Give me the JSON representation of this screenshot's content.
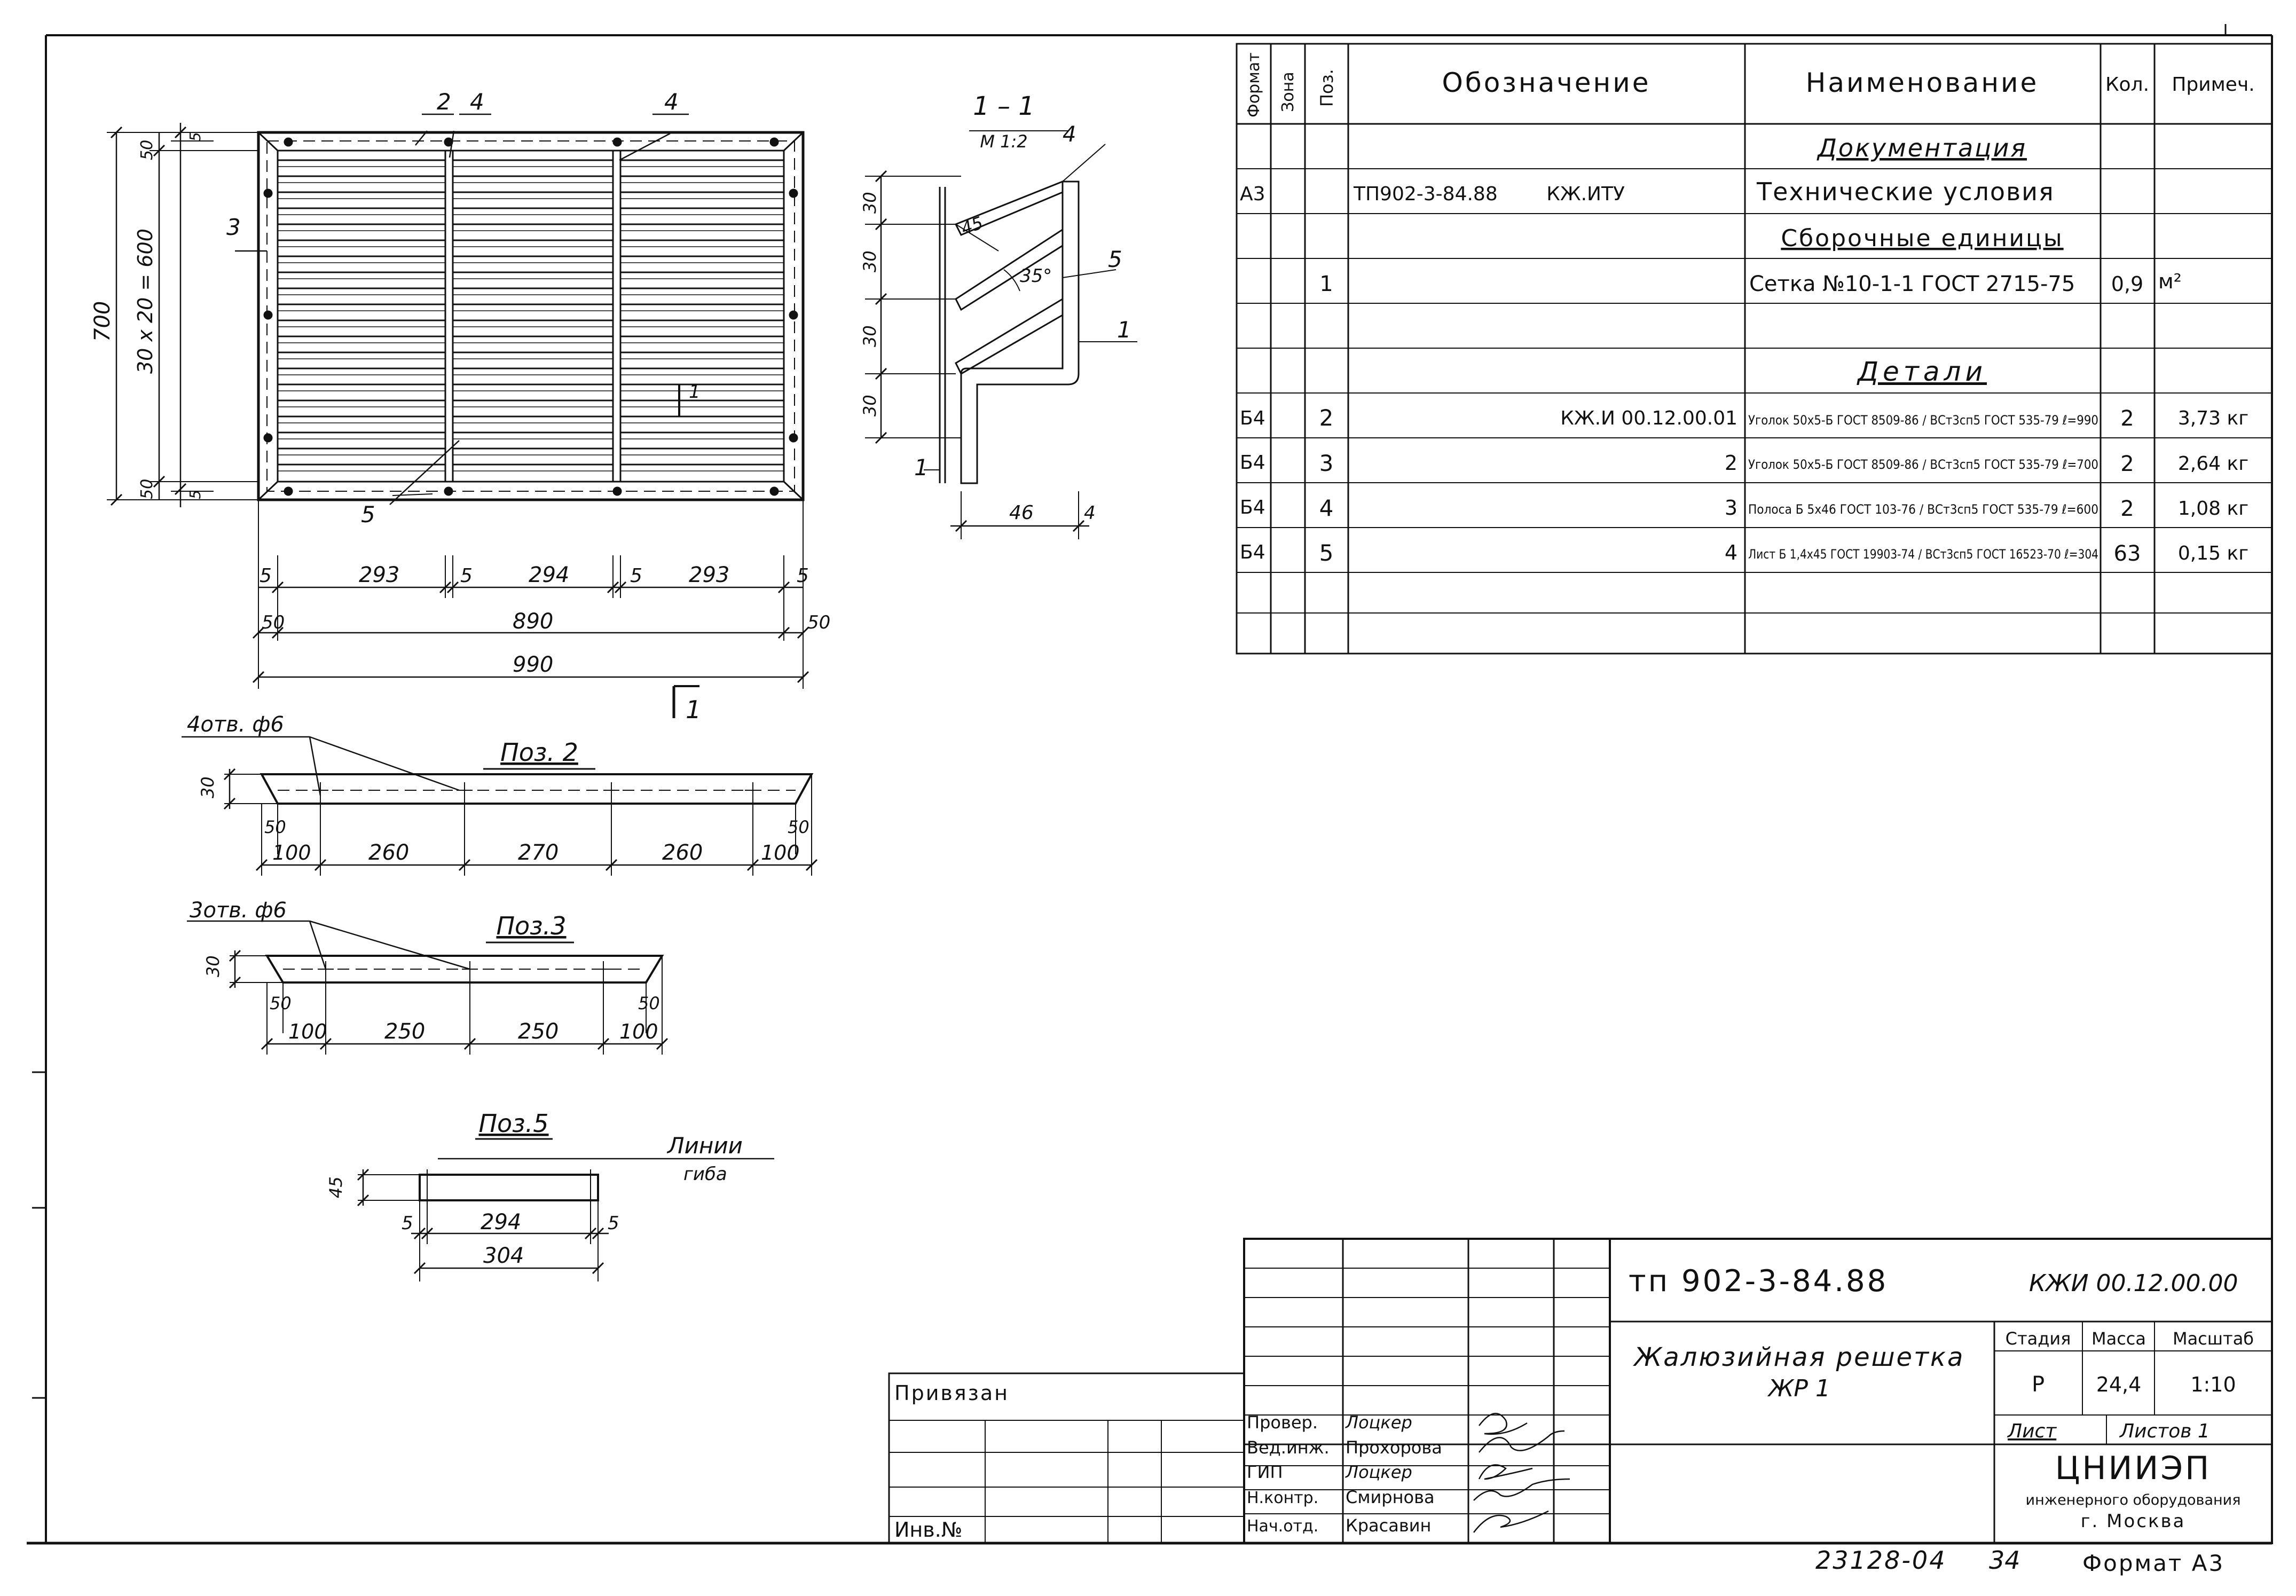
{
  "spec": {
    "headers": {
      "format": "Формат",
      "zone": "Зона",
      "pos": "Поз.",
      "designation": "Обозначение",
      "name": "Наименование",
      "qty": "Кол.",
      "note": "Примеч."
    },
    "sections": {
      "documentation": "Документация",
      "assembly": "Сборочные единицы",
      "details": "Детали"
    },
    "rows": [
      {
        "format": "",
        "zone": "",
        "pos": "",
        "designation": "",
        "name": "",
        "qty": "",
        "note": ""
      },
      {
        "format": "А3",
        "zone": "",
        "pos": "",
        "designation": "ТП902-3-84.88        КЖ.ИТУ",
        "name": "Технические условия",
        "qty": "",
        "note": ""
      },
      {
        "format": "",
        "zone": "",
        "pos": "",
        "designation": "",
        "name": "",
        "qty": "",
        "note": ""
      },
      {
        "format": "",
        "zone": "",
        "pos": "1",
        "designation": "",
        "name": "Сетка №10-1-1 ГОСТ 2715-75",
        "qty": "0,9",
        "note": "м²"
      },
      {
        "format": "",
        "zone": "",
        "pos": "",
        "designation": "",
        "name": "",
        "qty": "",
        "note": ""
      },
      {
        "format": "",
        "zone": "",
        "pos": "",
        "designation": "",
        "name": "",
        "qty": "",
        "note": ""
      },
      {
        "format": "Б4",
        "zone": "",
        "pos": "2",
        "designation": "КЖ.И 00.12.00.01",
        "name": "Уголок 50x5-Б ГОСТ 8509-86 / ВСт3сп5 ГОСТ 535-79 ℓ=990",
        "qty": "2",
        "note": "3,73 кг"
      },
      {
        "format": "Б4",
        "zone": "",
        "pos": "3",
        "designation": "2",
        "name": "Уголок 50x5-Б ГОСТ 8509-86 / ВСт3сп5 ГОСТ 535-79 ℓ=700",
        "qty": "2",
        "note": "2,64 кг"
      },
      {
        "format": "Б4",
        "zone": "",
        "pos": "4",
        "designation": "3",
        "name": "Полоса Б 5x46 ГОСТ 103-76 / ВСт3сп5 ГОСТ 535-79 ℓ=600",
        "qty": "2",
        "note": "1,08 кг"
      },
      {
        "format": "Б4",
        "zone": "",
        "pos": "5",
        "designation": "4",
        "name": "Лист Б 1,4x45 ГОСТ 19903-74 / ВСт3сп5 ГОСТ 16523-70 ℓ=304",
        "qty": "63",
        "note": "0,15 кг"
      },
      {
        "format": "",
        "zone": "",
        "pos": "",
        "designation": "",
        "name": "",
        "qty": "",
        "note": ""
      },
      {
        "format": "",
        "zone": "",
        "pos": "",
        "designation": "",
        "name": "",
        "qty": "",
        "note": ""
      }
    ]
  },
  "drawing": {
    "main_view": {
      "dims_h": {
        "d5a": "5",
        "d293a": "293",
        "d5b": "5",
        "d294": "294",
        "d5c": "5",
        "d293b": "293",
        "d5d": "5",
        "d50a": "50",
        "d890": "890",
        "d50b": "50",
        "d990": "990"
      },
      "dims_v": {
        "d700": "700",
        "d600": "30 x 20 = 600",
        "d50top": "50",
        "d5top": "5",
        "d50bot": "50",
        "d5bot": "5"
      },
      "labels": {
        "p2": "2",
        "p4a": "4",
        "p4b": "4",
        "p3": "3",
        "p5": "5",
        "cut": "1"
      }
    },
    "section": {
      "title": "1 – 1",
      "scale": "М 1:2",
      "labels": {
        "p4": "4",
        "p5": "5",
        "p1a": "1",
        "p1b": "1",
        "d45": "45",
        "d35": "35°",
        "d30a": "30",
        "d30b": "30",
        "d30c": "30",
        "d30d": "30",
        "d46": "46",
        "d4": "4"
      }
    },
    "pos2": {
      "title": "Поз. 2",
      "holes": "4отв. ф6",
      "h": "30",
      "d50a": "50",
      "d100a": "100",
      "d260a": "260",
      "d270": "270",
      "d260b": "260",
      "d50b": "50",
      "d100b": "100"
    },
    "pos3": {
      "title": "Поз.3",
      "holes": "3отв. ф6",
      "h": "30",
      "d50a": "50",
      "d100a": "100",
      "d250a": "250",
      "d250b": "250",
      "d50b": "50",
      "d100b": "100"
    },
    "pos5": {
      "title": "Поз.5",
      "bend": "Линии",
      "bend2": "гиба",
      "h": "45",
      "d5a": "5",
      "d294": "294",
      "d5b": "5",
      "d304": "304"
    }
  },
  "title_block": {
    "project": "тп 902-3-84.88",
    "doc_code": "КЖИ 00.12.00.00",
    "title1": "Жалюзийная решетка",
    "title2": "ЖР 1",
    "stage_label": "Стадия",
    "mass_label": "Масса",
    "scale_label": "Масштаб",
    "stage": "Р",
    "mass": "24,4",
    "scale": "1:10",
    "sheet_label": "Лист",
    "sheets_label": "Листов 1",
    "org1": "ЦНИИЭП",
    "org2": "инженерного оборудования",
    "org3": "г. Москва",
    "privyazan": "Привязан",
    "inv": "Инв.№",
    "roles": [
      {
        "role": "Провер.",
        "name": "Лоцкер"
      },
      {
        "role": "Вед.инж.",
        "name": "Прохорова"
      },
      {
        "role": "ГИП",
        "name": "Лоцкер"
      },
      {
        "role": "Н.контр.",
        "name": "Смирнова"
      },
      {
        "role": "Нач.отд.",
        "name": "Красавин"
      }
    ],
    "bottom_code": "23128-04",
    "bottom_page": "34",
    "format": "Формат А3"
  }
}
